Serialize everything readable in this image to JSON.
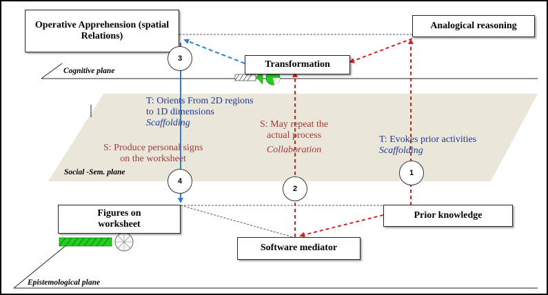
{
  "boxes": {
    "operative": "Operative Apprehension (spatial Relations)",
    "analogical": "Analogical reasoning",
    "transformation": "Transformation",
    "figures": "Figures on worksheet",
    "prior": "Prior knowledge",
    "software": "Software mediator"
  },
  "planes": {
    "cognitive": "Cognitive plane",
    "social": "Social -Sem. plane",
    "epistemological": "Epistemological plane"
  },
  "annotations": {
    "t_orients_1": "T: Orients From 2D regions",
    "t_orients_2": "to 1D dimensions",
    "scaffolding_a": "Scaffolding",
    "s_repeat_1": "S: May repeat the",
    "s_repeat_2": "actual process",
    "collaboration": "Collaboration",
    "t_evokes": "T: Evokes prior activities",
    "scaffolding_b": "Scaffolding",
    "s_produce_1": "S: Produce personal signs",
    "s_produce_2": "on the worksheet"
  },
  "circles": {
    "c1": "1",
    "c2": "2",
    "c3": "3",
    "c4": "4"
  },
  "colors": {
    "plane_fill": "#ebe6da",
    "blue_arrow": "#2a7fd4",
    "red_arrow": "#d62020",
    "blue_text": "#1f3a93",
    "red_text": "#9e3b37",
    "green_icon": "#22cc22"
  }
}
